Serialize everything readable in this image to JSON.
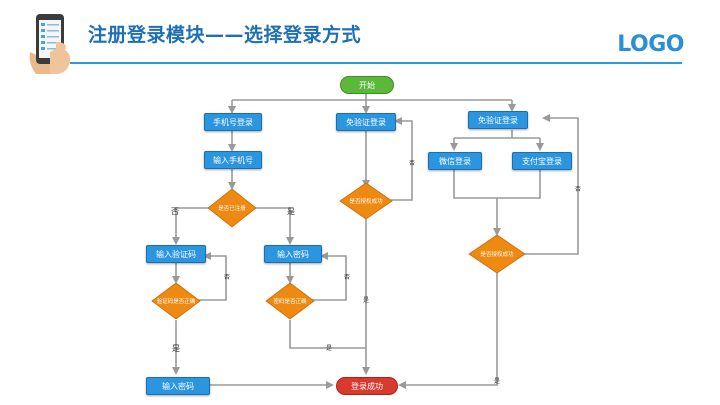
{
  "header": {
    "title": "注册登录模块——选择登录方式",
    "logo": "LOGO"
  },
  "nodes": {
    "start": "开始",
    "phone_login": "手机号登录",
    "input_phone": "输入手机号",
    "is_registered": "是否已注册",
    "input_code": "输入验证码",
    "code_correct": "验证码是否正确",
    "input_password_a": "输入密码",
    "password_correct": "密码是否正确",
    "input_password_b": "输入密码",
    "noverify_login_1": "免验证登录",
    "auth_success_1": "是否授权成功",
    "noverify_login_2": "免验证登录",
    "wechat_login": "微信登录",
    "alipay_login": "支付宝登录",
    "auth_success_2": "是否授权成功",
    "login_success": "登录成功"
  },
  "edge_labels": {
    "no_1": "否",
    "yes_1": "是",
    "no_2": "否",
    "yes_2": "是",
    "no_3": "否",
    "yes_3": "是",
    "no_4": "否",
    "yes_4": "是",
    "no_5": "否",
    "yes_5": "是"
  },
  "colors": {
    "process": "#2b95e0",
    "decision": "#ee8a12",
    "start": "#5cb83a",
    "end": "#d93a2e",
    "connector": "#999999",
    "title": "#1f6fb5"
  }
}
